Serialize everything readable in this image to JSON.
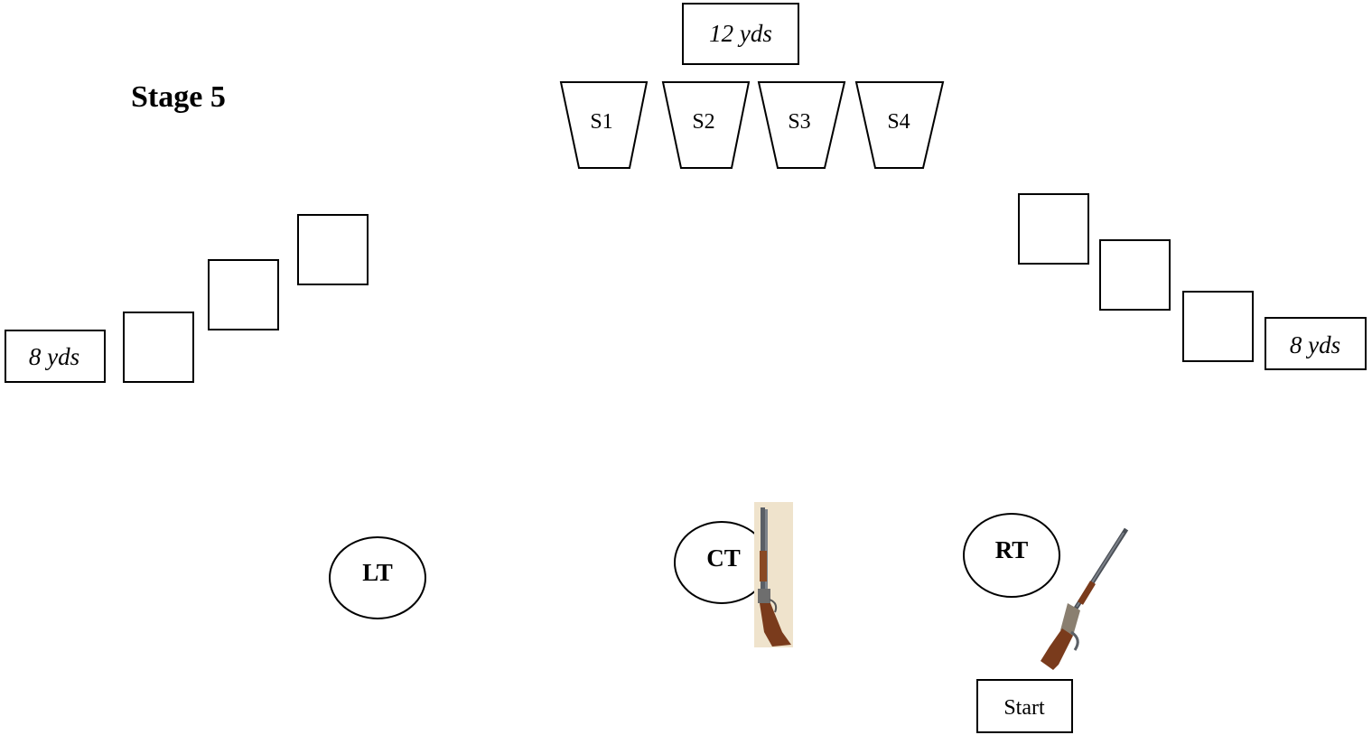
{
  "title": "Stage 5",
  "distances": {
    "center": "12 yds",
    "left": "8 yds",
    "right": "8 yds"
  },
  "shotgun_targets": [
    "S1",
    "S2",
    "S3",
    "S4"
  ],
  "tables": {
    "left": "LT",
    "center": "CT",
    "right": "RT"
  },
  "start_label": "Start",
  "images": {
    "shotgun": "shotgun-image",
    "rifle": "rifle-image"
  },
  "colors": {
    "outline": "#000000",
    "background": "#ffffff",
    "stock": "#7a3b1c",
    "metal": "#5a5f66",
    "shotgun_backdrop": "#efe3cc"
  }
}
